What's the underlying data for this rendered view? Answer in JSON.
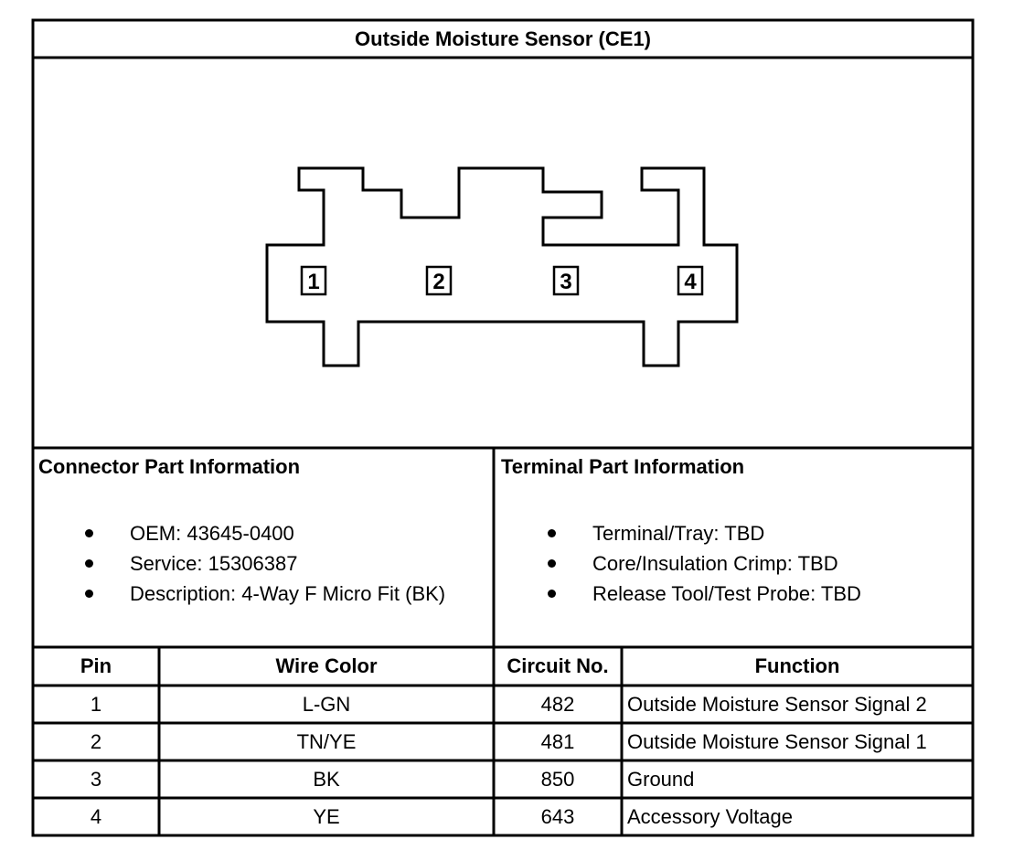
{
  "title": "Outside Moisture Sensor (CE1)",
  "connector": {
    "pins": [
      "1",
      "2",
      "3",
      "4"
    ]
  },
  "connector_info": {
    "heading": "Connector Part Information",
    "items": [
      "OEM: 43645-0400",
      "Service: 15306387",
      "Description: 4-Way F Micro Fit (BK)"
    ]
  },
  "terminal_info": {
    "heading": "Terminal Part Information",
    "items": [
      "Terminal/Tray: TBD",
      "Core/Insulation Crimp: TBD",
      "Release Tool/Test Probe: TBD"
    ]
  },
  "table": {
    "headers": [
      "Pin",
      "Wire Color",
      "Circuit No.",
      "Function"
    ],
    "rows": [
      [
        "1",
        "L-GN",
        "482",
        "Outside Moisture Sensor Signal 2"
      ],
      [
        "2",
        "TN/YE",
        "481",
        "Outside Moisture Sensor Signal 1"
      ],
      [
        "3",
        "BK",
        "850",
        "Ground"
      ],
      [
        "4",
        "YE",
        "643",
        "Accessory Voltage"
      ]
    ]
  }
}
